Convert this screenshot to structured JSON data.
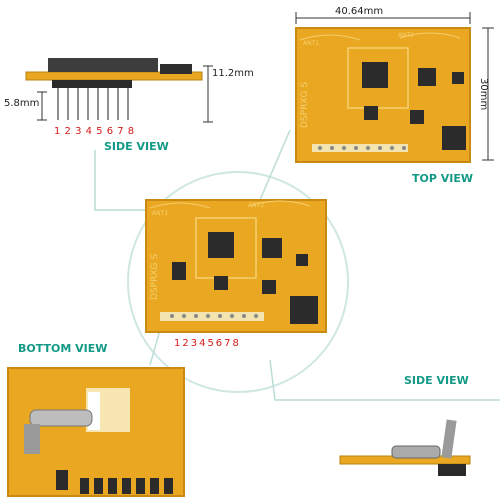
{
  "labels": {
    "side_view_top": "SIDE VIEW",
    "top_view": "TOP VIEW",
    "bottom_view": "BOTTOM VIEW",
    "side_view_bottom": "SIDE  VIEW"
  },
  "dimensions": {
    "width": "40.64mm",
    "height": "30mm",
    "module_height": "11.2mm",
    "pin_length": "5.8mm"
  },
  "pin_numbers": "1 2 3 4 5 6 7 8",
  "pin_numbers_center": "12345678",
  "board_text": {
    "model": "DSPRXG S",
    "ant1": "ANT1",
    "ant2": "ANT2"
  },
  "colors": {
    "pcb": "#e9a722",
    "pcb_edge": "#c98a14",
    "label_teal": "#139a86",
    "pin_red": "#d41a1a"
  }
}
